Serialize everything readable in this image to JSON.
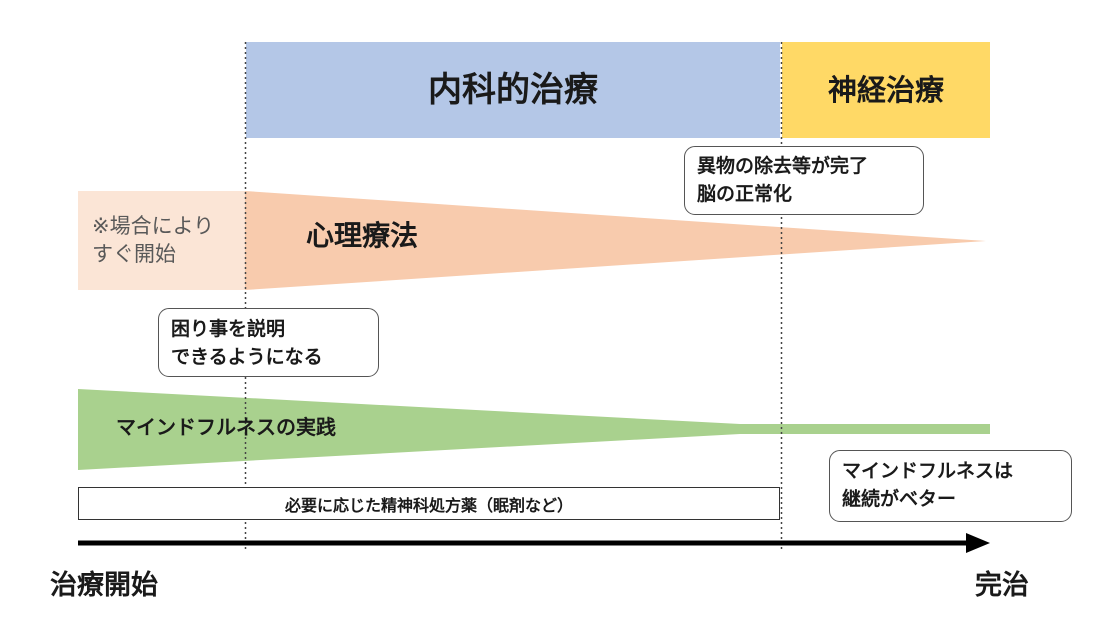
{
  "phases": {
    "internal_medicine": "内科的治療",
    "neuro": "神経治療"
  },
  "psychotherapy": {
    "label": "心理療法",
    "early_note": [
      "※場合により",
      "すぐ開始"
    ]
  },
  "mindfulness": {
    "label": "マインドフルネスの実践"
  },
  "medication": {
    "label": "必要に応じた精神科処方薬（眠剤など）"
  },
  "callouts": {
    "explain": [
      "困り事を説明",
      "できるようになる"
    ],
    "removal": [
      "異物の除去等が完了",
      "脳の正常化"
    ],
    "continue": [
      "マインドフルネスは",
      "継続がベター"
    ]
  },
  "timeline": {
    "start": "治療開始",
    "end": "完治"
  },
  "colors": {
    "internal_medicine": "#b4c7e7",
    "neuro": "#ffd966",
    "psychotherapy": "#f8cbad",
    "psychotherapy_early": "#fbe5d6",
    "mindfulness": "#a9d18e",
    "arrow": "#000000",
    "divider": "#444444"
  }
}
